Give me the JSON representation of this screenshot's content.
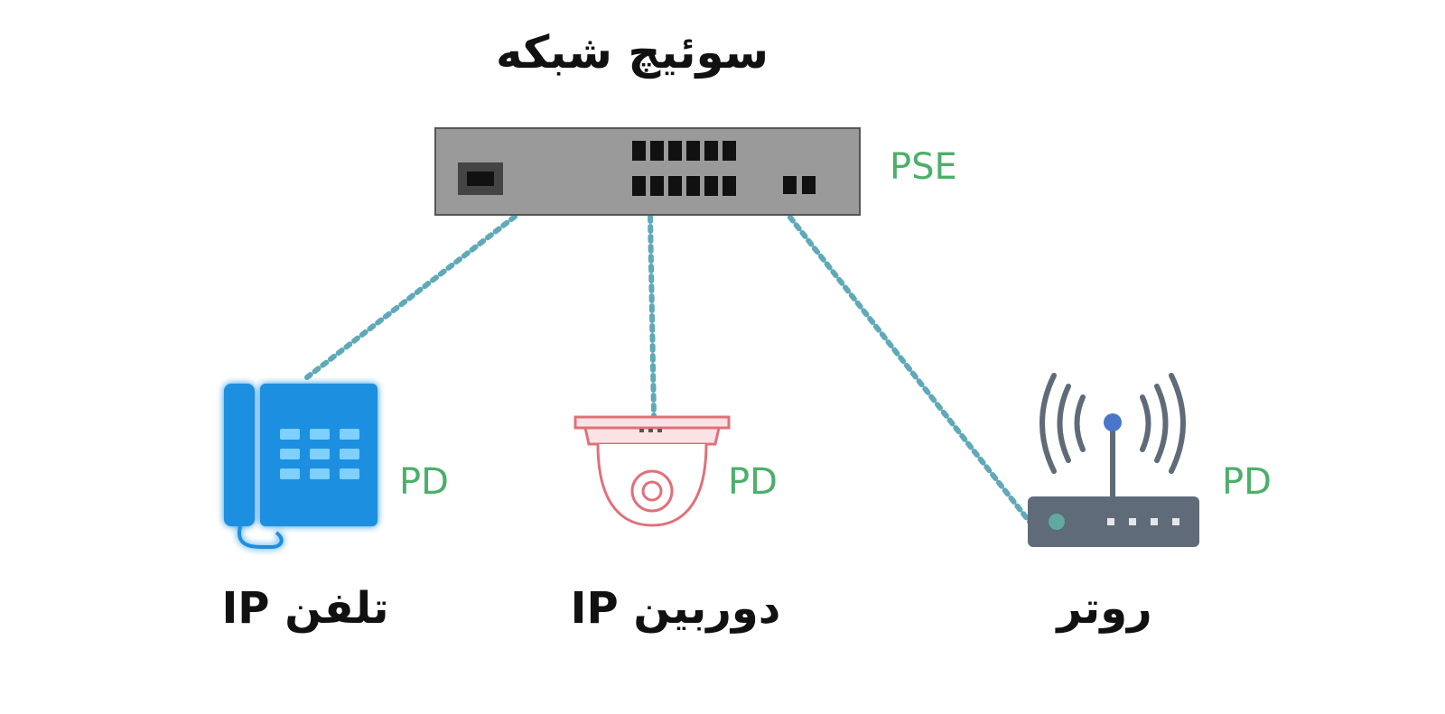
{
  "diagram": {
    "title": "سوئیچ شبکه",
    "switch": {
      "role": "PSE"
    },
    "devices": [
      {
        "id": "ip-phone",
        "label": "تلفن IP",
        "role": "PD",
        "icon": "ip-phone-icon"
      },
      {
        "id": "ip-camera",
        "label": "دوربین IP",
        "role": "PD",
        "icon": "dome-camera-icon"
      },
      {
        "id": "router",
        "label": "روتر",
        "role": "PD",
        "icon": "wifi-router-icon"
      }
    ],
    "colors": {
      "link": "#5fa9b8",
      "role_text": "#4caf6a",
      "switch_body": "#999999",
      "phone": "#1f8fe0",
      "camera": "#e0707a",
      "router": "#5f6b78"
    }
  }
}
